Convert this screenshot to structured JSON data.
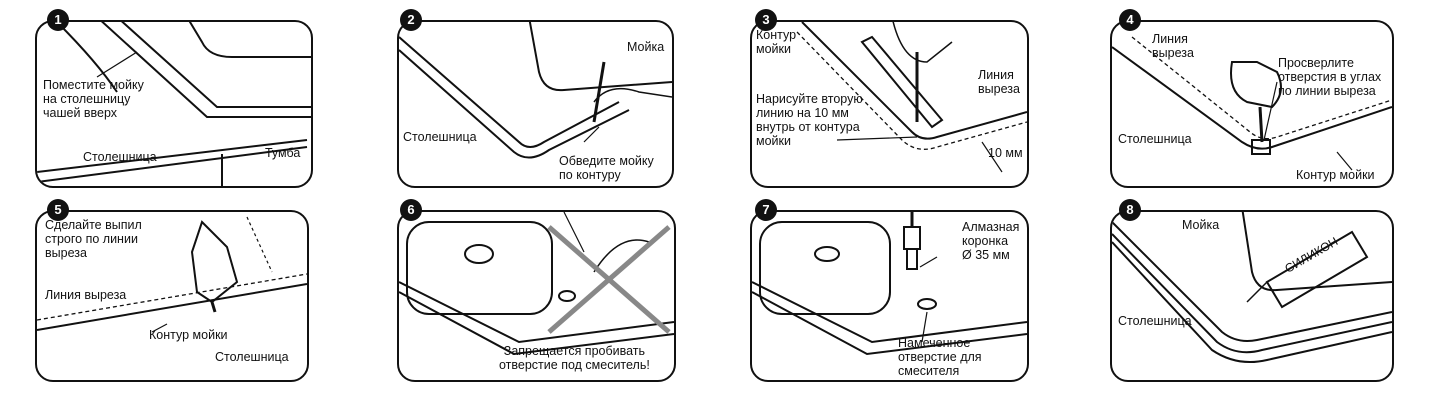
{
  "steps": [
    {
      "num": "1",
      "labels": {
        "place": "Поместите мойку\nна столешницу\nчашей вверх",
        "countertop": "Столешница",
        "cabinet": "Тумба"
      }
    },
    {
      "num": "2",
      "labels": {
        "sink": "Мойка",
        "countertop": "Столешница",
        "trace": "Обведите мойку\nпо контуру"
      }
    },
    {
      "num": "3",
      "labels": {
        "contour": "Контур\nмойки",
        "cutline": "Линия\nвыреза",
        "draw": "Нарисуйте вторую\nлинию на  10 мм\nвнутрь от контура\nмойки",
        "dist": "10 мм"
      }
    },
    {
      "num": "4",
      "labels": {
        "cutline": "Линия\nвыреза",
        "drill": "Просверлите\nотверстия в углах\nпо линии выреза",
        "countertop": "Столешница",
        "contour": "Контур мойки"
      }
    },
    {
      "num": "5",
      "labels": {
        "cut": "Сделайте выпил\nстрого по линии\nвыреза",
        "cutline": "Линия выреза",
        "contour": "Контур мойки",
        "countertop": "Столешница"
      }
    },
    {
      "num": "6",
      "labels": {
        "warning": "Запрещается пробивать\nотверстие под смеситель!"
      }
    },
    {
      "num": "7",
      "labels": {
        "crown": "Алмазная\nкоронка\nØ 35 мм",
        "hole": "Намеченное\nотверстие для\nсмесителя"
      }
    },
    {
      "num": "8",
      "labels": {
        "sink": "Мойка",
        "silicone": "СИЛИКОН",
        "countertop": "Столешница"
      }
    }
  ],
  "colors": {
    "ink": "#111111",
    "cross": "#888888"
  }
}
